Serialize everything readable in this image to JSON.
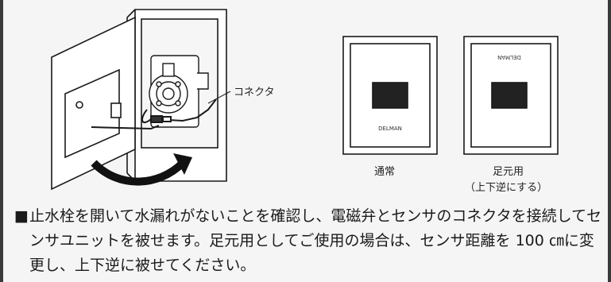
{
  "figure": {
    "connector_label": "コネクタ",
    "normal_label": "通常",
    "foot_label": "足元用",
    "foot_note": "（上下逆にする）",
    "brand_text": "DELMAN",
    "brand_text_flipped": "DELMAN"
  },
  "caption": {
    "bullet": "■",
    "text": "止水栓を開いて水漏れがないことを確認し、電磁弁とセンサのコネクタを接続してセンサユニットを被せます。足元用としてご使用の場合は、センサ距離を 100 ㎝に変更し、上下逆に被せてください。"
  }
}
